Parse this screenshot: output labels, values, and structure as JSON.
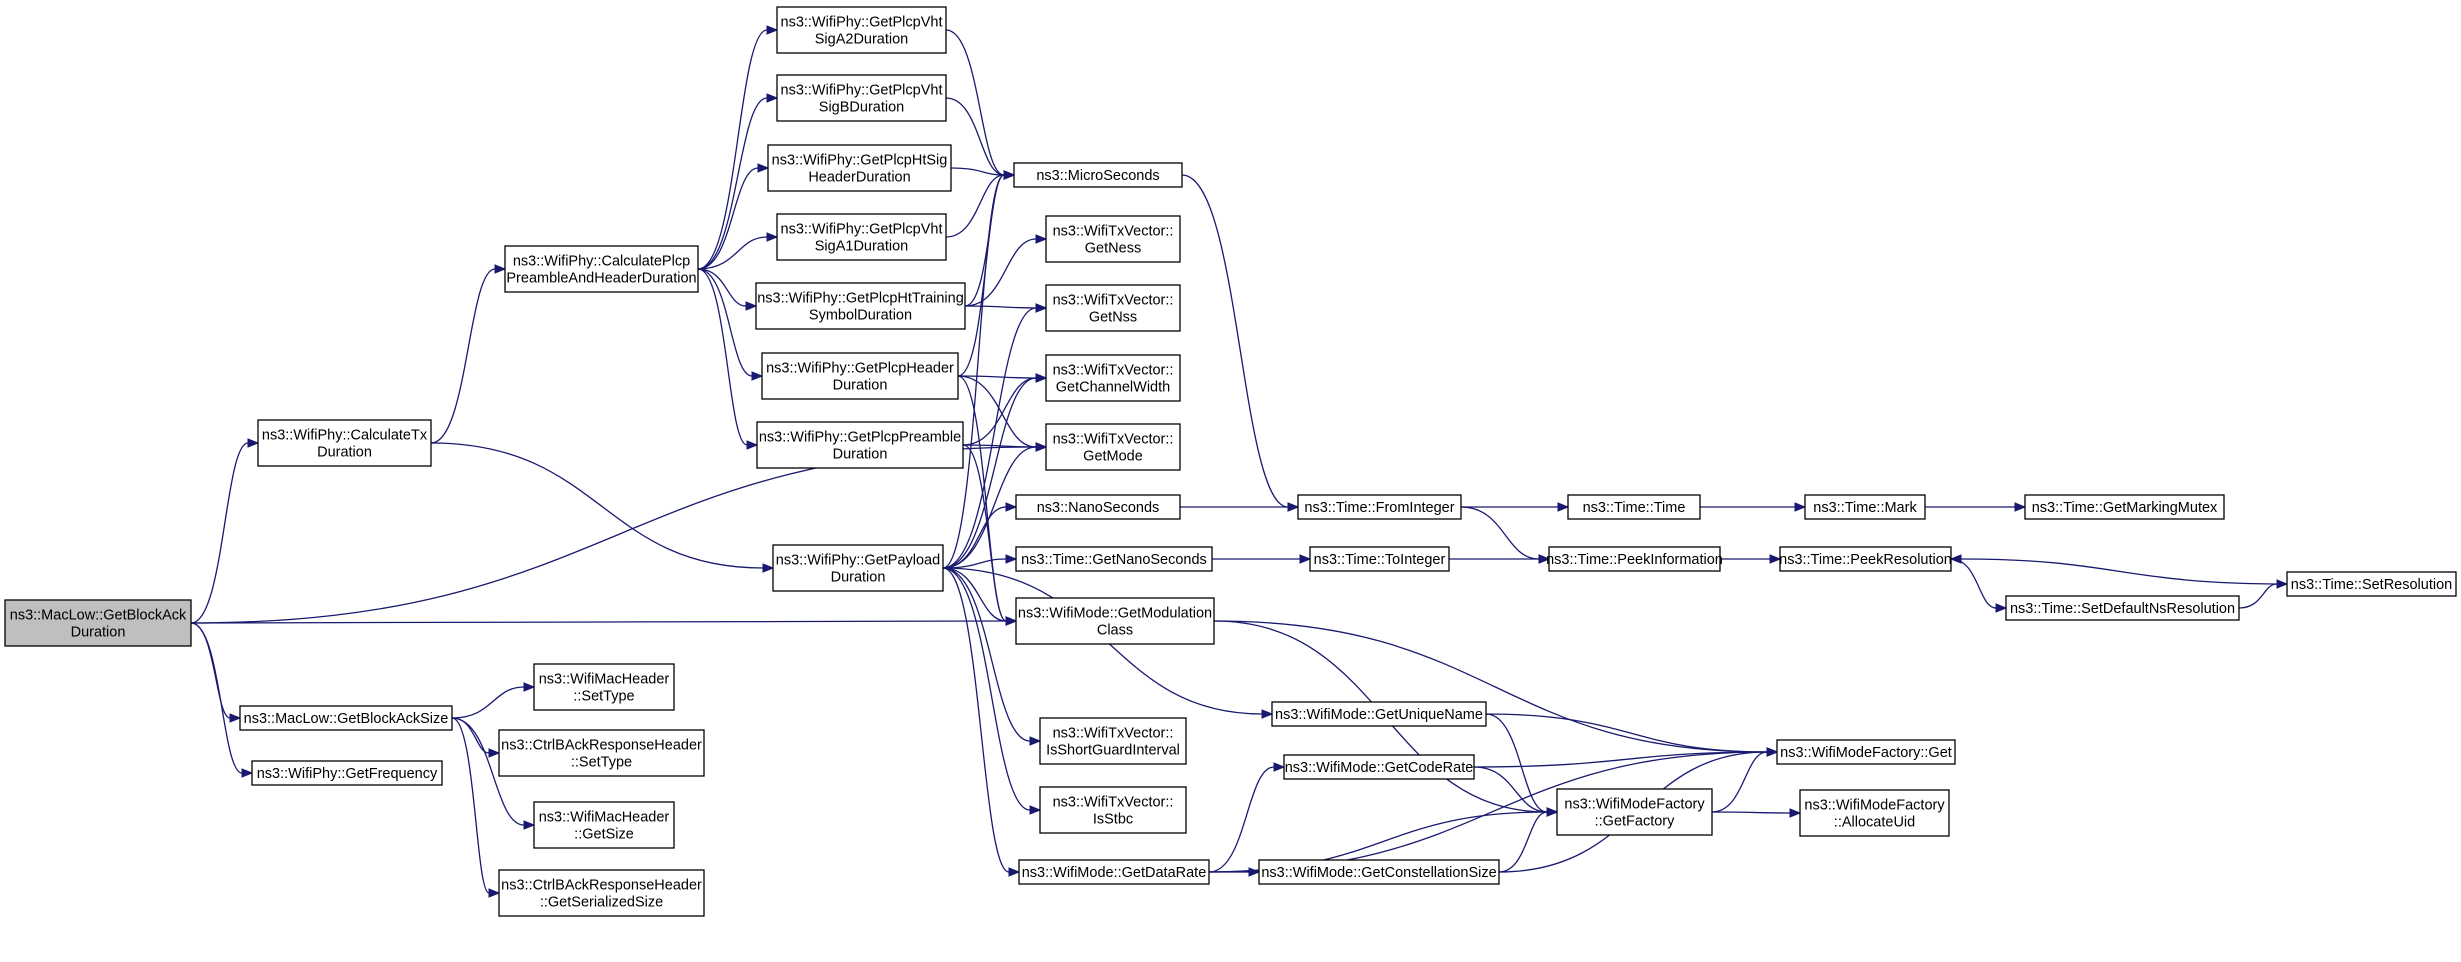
{
  "diagram": {
    "type": "call-graph",
    "nodes": [
      {
        "id": "getBlockAckDuration",
        "lines": [
          "ns3::MacLow::GetBlockAck",
          "Duration"
        ],
        "root": true
      },
      {
        "id": "calculateTxDuration",
        "lines": [
          "ns3::WifiPhy::CalculateTx",
          "Duration"
        ]
      },
      {
        "id": "getBlockAckSize",
        "lines": [
          "ns3::MacLow::GetBlockAckSize"
        ]
      },
      {
        "id": "getFrequency",
        "lines": [
          "ns3::WifiPhy::GetFrequency"
        ]
      },
      {
        "id": "calcPreamble",
        "lines": [
          "ns3::WifiPhy::CalculatePlcp",
          "PreambleAndHeaderDuration"
        ]
      },
      {
        "id": "getPayloadDuration",
        "lines": [
          "ns3::WifiPhy::GetPayload",
          "Duration"
        ]
      },
      {
        "id": "vhtSigA2",
        "lines": [
          "ns3::WifiPhy::GetPlcpVht",
          "SigA2Duration"
        ]
      },
      {
        "id": "vhtSigB",
        "lines": [
          "ns3::WifiPhy::GetPlcpVht",
          "SigBDuration"
        ]
      },
      {
        "id": "htSigHeader",
        "lines": [
          "ns3::WifiPhy::GetPlcpHtSig",
          "HeaderDuration"
        ]
      },
      {
        "id": "vhtSigA1",
        "lines": [
          "ns3::WifiPhy::GetPlcpVht",
          "SigA1Duration"
        ]
      },
      {
        "id": "htTraining",
        "lines": [
          "ns3::WifiPhy::GetPlcpHtTraining",
          "SymbolDuration"
        ]
      },
      {
        "id": "plcpHeader",
        "lines": [
          "ns3::WifiPhy::GetPlcpHeader",
          "Duration"
        ]
      },
      {
        "id": "plcpPreamble",
        "lines": [
          "ns3::WifiPhy::GetPlcpPreamble",
          "Duration"
        ]
      },
      {
        "id": "macSetType",
        "lines": [
          "ns3::WifiMacHeader",
          "::SetType"
        ]
      },
      {
        "id": "ctrlSetType",
        "lines": [
          "ns3::CtrlBAckResponseHeader",
          "::SetType"
        ]
      },
      {
        "id": "macGetSize",
        "lines": [
          "ns3::WifiMacHeader",
          "::GetSize"
        ]
      },
      {
        "id": "ctrlSerialized",
        "lines": [
          "ns3::CtrlBAckResponseHeader",
          "::GetSerializedSize"
        ]
      },
      {
        "id": "microSeconds",
        "lines": [
          "ns3::MicroSeconds"
        ]
      },
      {
        "id": "getNess",
        "lines": [
          "ns3::WifiTxVector::",
          "GetNess"
        ]
      },
      {
        "id": "getNss",
        "lines": [
          "ns3::WifiTxVector::",
          "GetNss"
        ]
      },
      {
        "id": "getChannelWidth",
        "lines": [
          "ns3::WifiTxVector::",
          "GetChannelWidth"
        ]
      },
      {
        "id": "getMode",
        "lines": [
          "ns3::WifiTxVector::",
          "GetMode"
        ]
      },
      {
        "id": "nanoSeconds",
        "lines": [
          "ns3::NanoSeconds"
        ]
      },
      {
        "id": "getNanoSeconds",
        "lines": [
          "ns3::Time::GetNanoSeconds"
        ]
      },
      {
        "id": "getModulationClass",
        "lines": [
          "ns3::WifiMode::GetModulation",
          "Class"
        ]
      },
      {
        "id": "isShortGI",
        "lines": [
          "ns3::WifiTxVector::",
          "IsShortGuardInterval"
        ]
      },
      {
        "id": "isStbc",
        "lines": [
          "ns3::WifiTxVector::",
          "IsStbc"
        ]
      },
      {
        "id": "getDataRate",
        "lines": [
          "ns3::WifiMode::GetDataRate"
        ]
      },
      {
        "id": "fromInteger",
        "lines": [
          "ns3::Time::FromInteger"
        ]
      },
      {
        "id": "toInteger",
        "lines": [
          "ns3::Time::ToInteger"
        ]
      },
      {
        "id": "getUniqueName",
        "lines": [
          "ns3::WifiMode::GetUniqueName"
        ]
      },
      {
        "id": "getCodeRate",
        "lines": [
          "ns3::WifiMode::GetCodeRate"
        ]
      },
      {
        "id": "getConstellationSize",
        "lines": [
          "ns3::WifiMode::GetConstellationSize"
        ]
      },
      {
        "id": "timeTime",
        "lines": [
          "ns3::Time::Time"
        ]
      },
      {
        "id": "peekInformation",
        "lines": [
          "ns3::Time::PeekInformation"
        ]
      },
      {
        "id": "factoryGetFactory",
        "lines": [
          "ns3::WifiModeFactory",
          "::GetFactory"
        ]
      },
      {
        "id": "timeMark",
        "lines": [
          "ns3::Time::Mark"
        ]
      },
      {
        "id": "peekResolution",
        "lines": [
          "ns3::Time::PeekResolution"
        ]
      },
      {
        "id": "factoryGet",
        "lines": [
          "ns3::WifiModeFactory::Get"
        ]
      },
      {
        "id": "allocateUid",
        "lines": [
          "ns3::WifiModeFactory",
          "::AllocateUid"
        ]
      },
      {
        "id": "getMarkingMutex",
        "lines": [
          "ns3::Time::GetMarkingMutex"
        ]
      },
      {
        "id": "setDefaultNsResolution",
        "lines": [
          "ns3::Time::SetDefaultNsResolution"
        ]
      },
      {
        "id": "setResolution",
        "lines": [
          "ns3::Time::SetResolution"
        ]
      }
    ],
    "edges": [
      [
        "getBlockAckDuration",
        "calculateTxDuration"
      ],
      [
        "getBlockAckDuration",
        "getBlockAckSize"
      ],
      [
        "getBlockAckDuration",
        "getFrequency"
      ],
      [
        "getBlockAckDuration",
        "getMode"
      ],
      [
        "getBlockAckDuration",
        "getModulationClass"
      ],
      [
        "calculateTxDuration",
        "calcPreamble"
      ],
      [
        "calculateTxDuration",
        "getPayloadDuration"
      ],
      [
        "calcPreamble",
        "vhtSigA2"
      ],
      [
        "calcPreamble",
        "vhtSigB"
      ],
      [
        "calcPreamble",
        "htSigHeader"
      ],
      [
        "calcPreamble",
        "vhtSigA1"
      ],
      [
        "calcPreamble",
        "htTraining"
      ],
      [
        "calcPreamble",
        "plcpHeader"
      ],
      [
        "calcPreamble",
        "plcpPreamble"
      ],
      [
        "vhtSigA2",
        "microSeconds"
      ],
      [
        "vhtSigB",
        "microSeconds"
      ],
      [
        "htSigHeader",
        "microSeconds"
      ],
      [
        "vhtSigA1",
        "microSeconds"
      ],
      [
        "htTraining",
        "getNess"
      ],
      [
        "htTraining",
        "getNss"
      ],
      [
        "htTraining",
        "microSeconds"
      ],
      [
        "plcpHeader",
        "getChannelWidth"
      ],
      [
        "plcpHeader",
        "getMode"
      ],
      [
        "plcpHeader",
        "microSeconds"
      ],
      [
        "plcpHeader",
        "getModulationClass"
      ],
      [
        "plcpPreamble",
        "getMode"
      ],
      [
        "plcpPreamble",
        "getModulationClass"
      ],
      [
        "plcpPreamble",
        "getChannelWidth"
      ],
      [
        "getPayloadDuration",
        "microSeconds"
      ],
      [
        "getPayloadDuration",
        "getNss"
      ],
      [
        "getPayloadDuration",
        "getChannelWidth"
      ],
      [
        "getPayloadDuration",
        "getMode"
      ],
      [
        "getPayloadDuration",
        "nanoSeconds"
      ],
      [
        "getPayloadDuration",
        "getNanoSeconds"
      ],
      [
        "getPayloadDuration",
        "getModulationClass"
      ],
      [
        "getPayloadDuration",
        "getUniqueName"
      ],
      [
        "getPayloadDuration",
        "isShortGI"
      ],
      [
        "getPayloadDuration",
        "isStbc"
      ],
      [
        "getPayloadDuration",
        "getDataRate"
      ],
      [
        "getBlockAckSize",
        "macSetType"
      ],
      [
        "getBlockAckSize",
        "ctrlSetType"
      ],
      [
        "getBlockAckSize",
        "macGetSize"
      ],
      [
        "getBlockAckSize",
        "ctrlSerialized"
      ],
      [
        "microSeconds",
        "fromInteger"
      ],
      [
        "nanoSeconds",
        "fromInteger"
      ],
      [
        "getNanoSeconds",
        "toInteger"
      ],
      [
        "fromInteger",
        "timeTime"
      ],
      [
        "fromInteger",
        "peekInformation"
      ],
      [
        "toInteger",
        "peekInformation"
      ],
      [
        "timeTime",
        "timeMark"
      ],
      [
        "timeMark",
        "getMarkingMutex"
      ],
      [
        "peekInformation",
        "peekResolution"
      ],
      [
        "peekResolution",
        "setDefaultNsResolution"
      ],
      [
        "setDefaultNsResolution",
        "setResolution"
      ],
      [
        "setResolution",
        "peekResolution"
      ],
      [
        "getModulationClass",
        "factoryGetFactory"
      ],
      [
        "getModulationClass",
        "factoryGet"
      ],
      [
        "getUniqueName",
        "factoryGetFactory"
      ],
      [
        "getUniqueName",
        "factoryGet"
      ],
      [
        "getCodeRate",
        "factoryGetFactory"
      ],
      [
        "getCodeRate",
        "factoryGet"
      ],
      [
        "getDataRate",
        "getCodeRate"
      ],
      [
        "getDataRate",
        "getConstellationSize"
      ],
      [
        "getDataRate",
        "factoryGetFactory"
      ],
      [
        "getDataRate",
        "factoryGet"
      ],
      [
        "getConstellationSize",
        "factoryGetFactory"
      ],
      [
        "getConstellationSize",
        "factoryGet"
      ],
      [
        "factoryGetFactory",
        "factoryGet"
      ],
      [
        "factoryGetFactory",
        "allocateUid"
      ]
    ]
  }
}
